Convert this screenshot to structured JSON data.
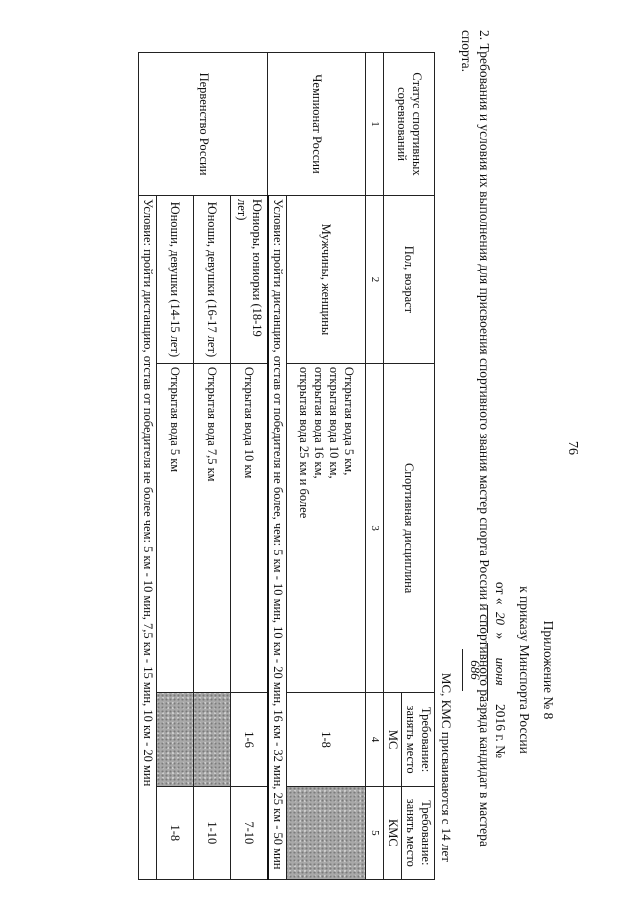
{
  "page_number": "76",
  "appendix": {
    "line1": "Приложение № 8",
    "line2": "к приказу Минспорта России",
    "date_prefix": "от «",
    "date_day": "20",
    "date_mid": "»",
    "date_month": "июня",
    "date_year": "2016 г. №",
    "order_number": "686"
  },
  "section_title": "2. Требования и условия их выполнения для присвоения спортивного звания мастер спорта России и спортивного разряда кандидат в мастера спорта.",
  "note": "МС, КМС присваиваются с 14 лет",
  "table": {
    "headers": {
      "status": "Статус спортивных соревнований",
      "gender_age": "Пол, возраст",
      "discipline": "Спортивная дисциплина",
      "req_ms": "Требование: занять место",
      "req_kms": "Требование: занять место",
      "ms": "МС",
      "kms": "КМС"
    },
    "col_numbers": [
      "1",
      "2",
      "3",
      "4",
      "5"
    ],
    "championship": {
      "status": "Чемпионат России",
      "gender": "Мужчины, женщины",
      "disciplines": [
        "Открытая вода 5 км,",
        "открытая вода 10 км,",
        "открытая вода 16 км,",
        "открытая вода 25 км и более"
      ],
      "ms_place": "1-8",
      "condition": "Условие: пройти дистанцию, отстав от победителя не более, чем: 5 км - 10 мин, 10 км - 20 мин, 16 км - 32 мин, 25 км - 50 мин"
    },
    "first": {
      "status": "Первенство России",
      "rows": [
        {
          "age": "Юниоры, юниорки (18-19 лет)",
          "discipline": "Открытая вода 10 км",
          "ms": "1-6",
          "kms": "7-10"
        },
        {
          "age": "Юноши, девушки (16-17 лет)",
          "discipline": "Открытая вода 7,5 км",
          "ms": "",
          "kms": "1-10"
        },
        {
          "age": "Юноши, девушки (14-15 лет)",
          "discipline": "Открытая вода  5 км",
          "ms": "",
          "kms": "1-8"
        }
      ],
      "condition": "Условие: пройти дистанцию, отстав от победителя не более  чем: 5 км - 10 мин, 7,5 км - 15 мин, 10 км - 20 мин"
    }
  }
}
